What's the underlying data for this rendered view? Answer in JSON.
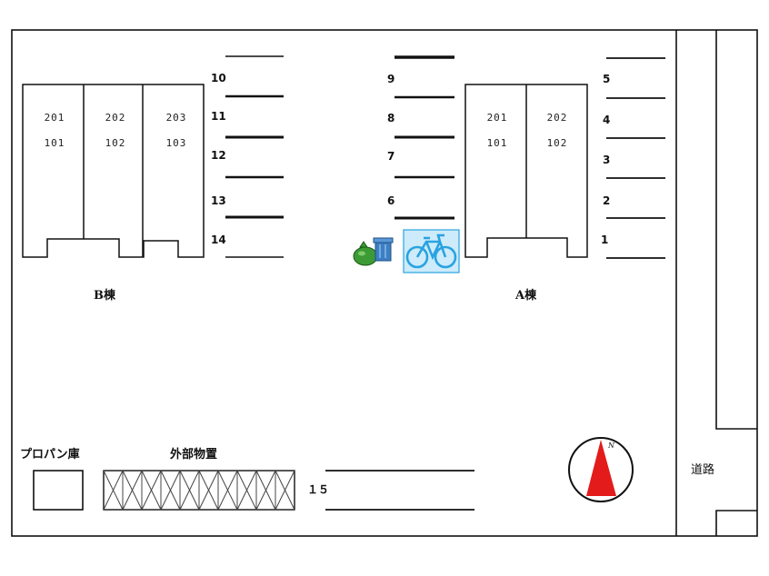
{
  "building_b": {
    "label": "B棟",
    "units": [
      {
        "upper": "201",
        "lower": "101"
      },
      {
        "upper": "202",
        "lower": "102"
      },
      {
        "upper": "203",
        "lower": "103"
      }
    ]
  },
  "building_a": {
    "label": "A棟",
    "units": [
      {
        "upper": "201",
        "lower": "101"
      },
      {
        "upper": "202",
        "lower": "102"
      }
    ]
  },
  "parking_left": [
    "10",
    "11",
    "12",
    "13",
    "14"
  ],
  "parking_middle": [
    "9",
    "8",
    "7",
    "6"
  ],
  "parking_right": [
    "5",
    "4",
    "3",
    "2",
    "1"
  ],
  "parking_bottom": "１５",
  "propane_label": "プロパン庫",
  "storage_label": "外部物置",
  "road_label": "道路",
  "compass_label": "N",
  "colors": {
    "compass_arrow": "#e31b1b",
    "bicycle": "#29a3e0",
    "bicycle_bg": "#cdebfa",
    "trash_bag": "#3c9b35",
    "trash_can": "#3d7fc4"
  },
  "icons": [
    "bicycle-icon",
    "trash-bag-icon",
    "trash-can-icon",
    "compass-icon"
  ]
}
